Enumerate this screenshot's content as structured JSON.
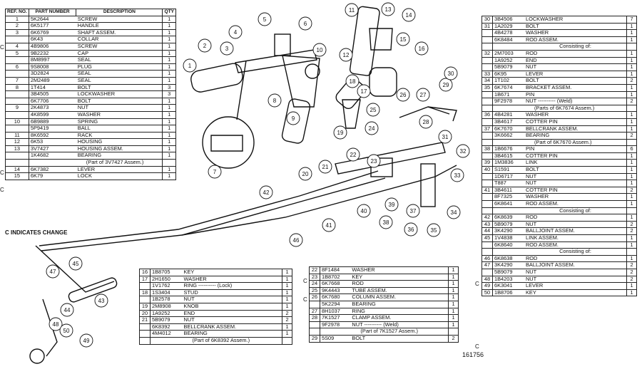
{
  "headers": {
    "ref": "REF. NO.",
    "part": "PART NUMBER",
    "desc": "DESCRIPTION",
    "qty": "QTY"
  },
  "note": "C INDICATES CHANGE",
  "doc_number": "161756",
  "table1": [
    {
      "ref": "1",
      "pn": "5K2644",
      "desc": "SCREW",
      "qty": "1"
    },
    {
      "ref": "2",
      "pn": "6K5177",
      "desc": "HANDLE",
      "qty": "1"
    },
    {
      "ref": "3",
      "pn": "6K6769",
      "desc": "SHAFT ASSEM.",
      "qty": "1"
    },
    {
      "ref": "",
      "pn": "6K43",
      "desc": "COLLAR",
      "qty": "1"
    },
    {
      "ref": "4",
      "pn": "4B9806",
      "desc": "SCREW",
      "qty": "1"
    },
    {
      "ref": "5",
      "pn": "9B2232",
      "desc": "CAP",
      "qty": "1"
    },
    {
      "ref": "",
      "pn": "8M8997",
      "desc": "SEAL",
      "qty": "1"
    },
    {
      "ref": "6",
      "pn": "9S8008",
      "desc": "PLUG",
      "qty": "1"
    },
    {
      "ref": "",
      "pn": "3D2824",
      "desc": "SEAL",
      "qty": "1"
    },
    {
      "ref": "7",
      "pn": "2M2489",
      "desc": "SEAL",
      "qty": "1"
    },
    {
      "ref": "8",
      "pn": "1T414",
      "desc": "BOLT",
      "qty": "3"
    },
    {
      "ref": "",
      "pn": "3B4505",
      "desc": "LOCKWASHER",
      "qty": "3"
    },
    {
      "ref": "",
      "pn": "6K7706",
      "desc": "BOLT",
      "qty": "1"
    },
    {
      "ref": "9",
      "pn": "2K4873",
      "desc": "NUT",
      "qty": "1"
    },
    {
      "ref": "",
      "pn": "4K8599",
      "desc": "WASHER",
      "qty": "1"
    },
    {
      "ref": "10",
      "pn": "6B9889",
      "desc": "SPRING",
      "qty": "1"
    },
    {
      "ref": "",
      "pn": "5P9419",
      "desc": "BALL",
      "qty": "1"
    },
    {
      "ref": "11",
      "pn": "8K6592",
      "desc": "RACK",
      "qty": "1"
    },
    {
      "ref": "12",
      "pn": "6K53",
      "desc": "HOUSING",
      "qty": "1"
    },
    {
      "ref": "13",
      "pn": "3V7427",
      "desc": "HOUSING ASSEM.",
      "qty": "1"
    },
    {
      "ref": "",
      "pn": "1K4682",
      "desc": "BEARING",
      "qty": "1"
    },
    {
      "ref": "",
      "pn": "",
      "desc": "(Part of 3V7427 Assem.)",
      "qty": ""
    },
    {
      "ref": "14",
      "pn": "6K7382",
      "desc": "LEVER",
      "qty": "1"
    },
    {
      "ref": "15",
      "pn": "6K79",
      "desc": "LOCK",
      "qty": "1"
    }
  ],
  "table2": [
    {
      "ref": "16",
      "pn": "1B8705",
      "desc": "KEY",
      "qty": "1"
    },
    {
      "ref": "17",
      "pn": "2H1650",
      "desc": "WASHER",
      "qty": "1"
    },
    {
      "ref": "",
      "pn": "1V1762",
      "desc": "RING ---------- (Lock)",
      "qty": "1"
    },
    {
      "ref": "18",
      "pn": "1S3404",
      "desc": "STUD",
      "qty": "1"
    },
    {
      "ref": "",
      "pn": "1B2578",
      "desc": "NUT",
      "qty": "1"
    },
    {
      "ref": "19",
      "pn": "2M8908",
      "desc": "KNOB",
      "qty": "1"
    },
    {
      "ref": "20",
      "pn": "1A9252",
      "desc": "END",
      "qty": "2"
    },
    {
      "ref": "21",
      "pn": "5B9079",
      "desc": "NUT",
      "qty": "2"
    },
    {
      "ref": "",
      "pn": "6K8392",
      "desc": "BELLCRANK ASSEM.",
      "qty": "1"
    },
    {
      "ref": "",
      "pn": "4M4012",
      "desc": "BEARING",
      "qty": "1"
    },
    {
      "ref": "",
      "pn": "",
      "desc": "(Part of 6K8392 Assem.)",
      "qty": ""
    }
  ],
  "table3": [
    {
      "ref": "22",
      "pn": "8F1484",
      "desc": "WASHER",
      "qty": "1"
    },
    {
      "ref": "23",
      "pn": "1B8702",
      "desc": "KEY",
      "qty": "1"
    },
    {
      "ref": "24",
      "pn": "6K7668",
      "desc": "ROD",
      "qty": "1"
    },
    {
      "ref": "25",
      "pn": "9K4443",
      "desc": "TUBE ASSEM.",
      "qty": "1"
    },
    {
      "ref": "26",
      "pn": "6K7680",
      "desc": "COLUMN ASSEM.",
      "qty": "1"
    },
    {
      "ref": "",
      "pn": "5K2294",
      "desc": "BEARING",
      "qty": "1"
    },
    {
      "ref": "27",
      "pn": "8H1037",
      "desc": "RING",
      "qty": "1"
    },
    {
      "ref": "28",
      "pn": "7K1527",
      "desc": "CLAMP ASSEM.",
      "qty": "1"
    },
    {
      "ref": "",
      "pn": "9F2978",
      "desc": "NUT ---------- (Weld)",
      "qty": "1"
    },
    {
      "ref": "",
      "pn": "",
      "desc": "(Part of 7K1527 Assem.)",
      "qty": ""
    },
    {
      "ref": "29",
      "pn": "5S09",
      "desc": "BOLT",
      "qty": "2"
    }
  ],
  "table4": [
    {
      "ref": "30",
      "pn": "3B4506",
      "desc": "LOCKWASHER",
      "qty": "7"
    },
    {
      "ref": "31",
      "pn": "1A2029",
      "desc": "BOLT",
      "qty": "1"
    },
    {
      "ref": "",
      "pn": "4B4278",
      "desc": "WASHER",
      "qty": "1"
    },
    {
      "ref": "",
      "pn": "6K8484",
      "desc": "ROD ASSEM.",
      "qty": "1"
    },
    {
      "ref": "",
      "pn": "",
      "desc": "Consisting of:",
      "qty": "",
      "cons": true
    },
    {
      "ref": "32",
      "pn": "2M7003",
      "desc": "ROD",
      "qty": "1"
    },
    {
      "ref": "",
      "pn": "1A9252",
      "desc": "END",
      "qty": "1"
    },
    {
      "ref": "",
      "pn": "5B9079",
      "desc": "NUT",
      "qty": "1"
    },
    {
      "ref": "33",
      "pn": "6K95",
      "desc": "LEVER",
      "qty": "1"
    },
    {
      "ref": "34",
      "pn": "1T102",
      "desc": "BOLT",
      "qty": "2"
    },
    {
      "ref": "35",
      "pn": "6K7674",
      "desc": "BRACKET ASSEM.",
      "qty": "1"
    },
    {
      "ref": "",
      "pn": "1B671",
      "desc": "PIN",
      "qty": "1"
    },
    {
      "ref": "",
      "pn": "9F2978",
      "desc": "NUT ---------- (Weld)",
      "qty": "2"
    },
    {
      "ref": "",
      "pn": "",
      "desc": "(Parts of 6K7674 Assem.)",
      "qty": ""
    },
    {
      "ref": "36",
      "pn": "4B4281",
      "desc": "WASHER",
      "qty": "1"
    },
    {
      "ref": "",
      "pn": "3B4617",
      "desc": "COTTER PIN",
      "qty": "1"
    },
    {
      "ref": "37",
      "pn": "6K7670",
      "desc": "BELLCRANK ASSEM.",
      "qty": "1"
    },
    {
      "ref": "",
      "pn": "3K6662",
      "desc": "BEARING",
      "qty": "2"
    },
    {
      "ref": "",
      "pn": "",
      "desc": "(Part of 6K7670 Assem.)",
      "qty": ""
    },
    {
      "ref": "38",
      "pn": "1B6676",
      "desc": "PIN",
      "qty": "6"
    },
    {
      "ref": "",
      "pn": "3B4615",
      "desc": "COTTER PIN",
      "qty": "1"
    },
    {
      "ref": "39",
      "pn": "1M3836",
      "desc": "LINK",
      "qty": "1"
    },
    {
      "ref": "40",
      "pn": "S1591",
      "desc": "BOLT",
      "qty": "1"
    },
    {
      "ref": "",
      "pn": "1D6717",
      "desc": "NUT",
      "qty": "1"
    },
    {
      "ref": "",
      "pn": "T887",
      "desc": "NUT",
      "qty": "1"
    },
    {
      "ref": "41",
      "pn": "3B4611",
      "desc": "COTTER PIN",
      "qty": "2"
    },
    {
      "ref": "",
      "pn": "8F7325",
      "desc": "WASHER",
      "qty": "1"
    },
    {
      "ref": "",
      "pn": "6K8641",
      "desc": "ROD ASSEM.",
      "qty": "1"
    },
    {
      "ref": "",
      "pn": "",
      "desc": "Consisting of:",
      "qty": "",
      "cons": true
    },
    {
      "ref": "42",
      "pn": "6K8639",
      "desc": "ROD",
      "qty": "1"
    },
    {
      "ref": "43",
      "pn": "5B9079",
      "desc": "NUT",
      "qty": "2"
    },
    {
      "ref": "44",
      "pn": "3K4290",
      "desc": "BALLJOINT ASSEM.",
      "qty": "2"
    },
    {
      "ref": "45",
      "pn": "1V4838",
      "desc": "LINK ASSEM.",
      "qty": "1"
    },
    {
      "ref": "",
      "pn": "6K8640",
      "desc": "ROD ASSEM.",
      "qty": "1"
    },
    {
      "ref": "",
      "pn": "",
      "desc": "Consisting of:",
      "qty": "",
      "cons": true
    },
    {
      "ref": "46",
      "pn": "6K8638",
      "desc": "ROD",
      "qty": "1"
    },
    {
      "ref": "47",
      "pn": "3K4290",
      "desc": "BALLJOINT ASSEM.",
      "qty": "2"
    },
    {
      "ref": "",
      "pn": "5B9079",
      "desc": "NUT",
      "qty": "2"
    },
    {
      "ref": "48",
      "pn": "1B4203",
      "desc": "NUT",
      "qty": "2"
    },
    {
      "ref": "49",
      "pn": "6K3041",
      "desc": "LEVER",
      "qty": "1"
    },
    {
      "ref": "50",
      "pn": "1B8706",
      "desc": "KEY",
      "qty": "1"
    }
  ],
  "callouts": [
    "1",
    "2",
    "3",
    "4",
    "5",
    "6",
    "7",
    "8",
    "9",
    "10",
    "11",
    "12",
    "13",
    "14",
    "15",
    "16",
    "17",
    "18",
    "19",
    "20",
    "21",
    "22",
    "23",
    "24",
    "25",
    "26",
    "27",
    "28",
    "29",
    "30",
    "31",
    "32",
    "33",
    "34",
    "35",
    "36",
    "37",
    "38",
    "39",
    "40",
    "41",
    "42",
    "43",
    "44",
    "45",
    "46",
    "47",
    "48",
    "49",
    "50"
  ],
  "change_marks": {
    "c": "C"
  }
}
